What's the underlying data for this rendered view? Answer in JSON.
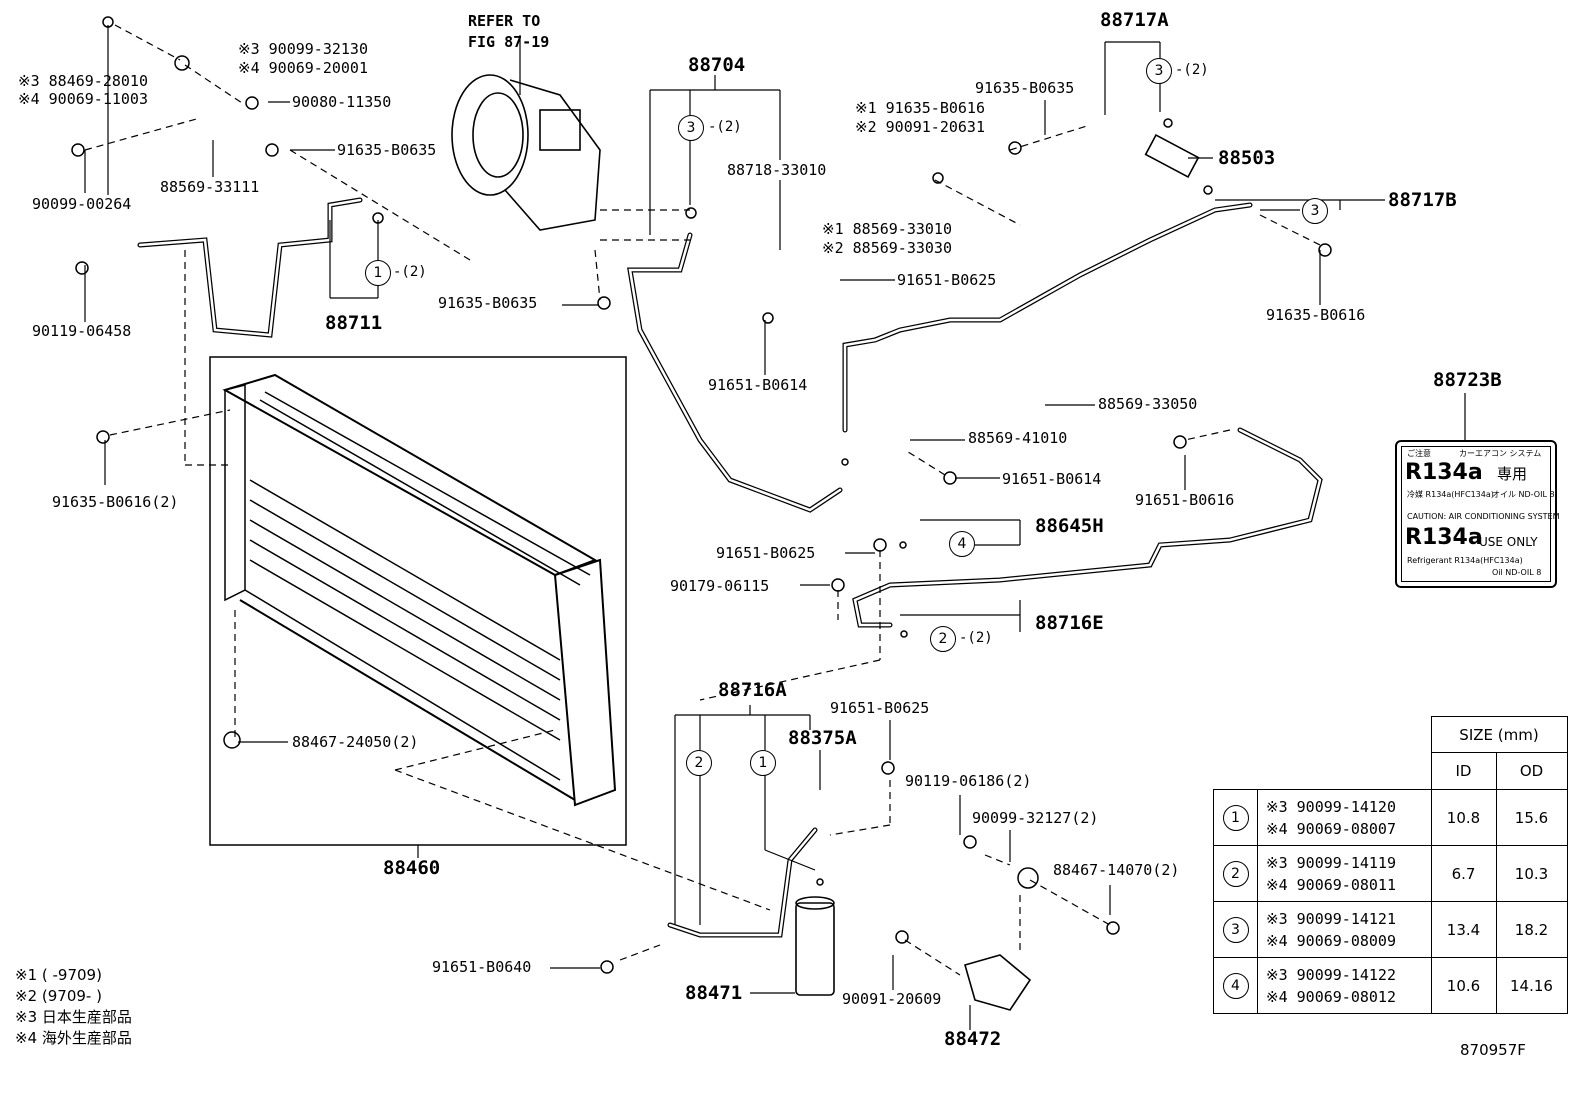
{
  "parts": {
    "p88469": "※3 88469-28010",
    "p90069_11003": "※4 90069-11003",
    "p90099_32130": "※3 90099-32130",
    "p90069_20001": "※4 90069-20001",
    "p90080_11350": "90080-11350",
    "p91635_b0635_a": "91635-B0635",
    "p88569_33111": "88569-33111",
    "p90099_00264": "90099-00264",
    "p90119_06458": "90119-06458",
    "p88711": "88711",
    "p91635_b0616_2": "91635-B0616(2)",
    "p88460": "88460",
    "p88467_24050": "88467-24050(2)",
    "refer_line1": "REFER TO",
    "refer_line2": "FIG 87-19",
    "p88704": "88704",
    "p88718_33010": "88718-33010",
    "p91635_b0635_b": "91635-B0635",
    "p91651_b0614_a": "91651-B0614",
    "p88717a": "88717A",
    "p91635_b0635_c": "91635-B0635",
    "p91635_b0616_s1": "※1 91635-B0616",
    "p90091_20631": "※2 90091-20631",
    "p88503": "88503",
    "p88717b": "88717B",
    "p88569_33010": "※1 88569-33010",
    "p88569_33030": "※2 88569-33030",
    "p91651_b0625_a": "91651-B0625",
    "p91635_b0616_r": "91635-B0616",
    "p88569_33050": "88569-33050",
    "p88569_41010": "88569-41010",
    "p91651_b0614_b": "91651-B0614",
    "p91651_b0616": "91651-B0616",
    "p88645h": "88645H",
    "p91651_b0625_b": "91651-B0625",
    "p90179_06115": "90179-06115",
    "p88716e": "88716E",
    "p88716a": "88716A",
    "p91651_b0625_c": "91651-B0625",
    "p88375a": "88375A",
    "p90119_06186": "90119-06186(2)",
    "p90099_32127": "90099-32127(2)",
    "p88467_14070": "88467-14070(2)",
    "p91651_b0640": "91651-B0640",
    "p88471": "88471",
    "p90091_20609": "90091-20609",
    "p88472": "88472",
    "p88723b": "88723B"
  },
  "callouts": {
    "c1": "1",
    "c2": "2",
    "c3": "3",
    "c4": "4",
    "qty2": "-(2)"
  },
  "footnotes": {
    "n1": "※1 (     -9709)",
    "n2": "※2 (9709-     )",
    "n3": "※3 日本生産部品",
    "n4": "※4 海外生産部品"
  },
  "figure_code": "870957F",
  "size_table": {
    "header": "SIZE (mm)",
    "col_id": "ID",
    "col_od": "OD",
    "rows": [
      {
        "mark": "1",
        "p3": "※3 90099-14120",
        "p4": "※4 90069-08007",
        "id": "10.8",
        "od": "15.6"
      },
      {
        "mark": "2",
        "p3": "※3 90099-14119",
        "p4": "※4 90069-08011",
        "id": "6.7",
        "od": "10.3"
      },
      {
        "mark": "3",
        "p3": "※3 90099-14121",
        "p4": "※4 90069-08009",
        "id": "13.4",
        "od": "18.2"
      },
      {
        "mark": "4",
        "p3": "※3 90099-14122",
        "p4": "※4 90069-08012",
        "id": "10.6",
        "od": "14.16"
      }
    ]
  },
  "caution_label": {
    "top_left": "ご注意",
    "top_right": "カーエアコン システム",
    "refrigerant_jp": "R134a",
    "jp_suffix": "専用",
    "line_a": "冷媒 R134a(HFC134a)",
    "line_b": "オイル ND-OIL 8",
    "en_header": "CAUTION: AIR CONDITIONING SYSTEM",
    "refrigerant_en": "R134a",
    "en_suffix": "USE ONLY",
    "line_c": "Refrigerant R134a(HFC134a)",
    "line_d": "Oil ND-OIL 8"
  }
}
